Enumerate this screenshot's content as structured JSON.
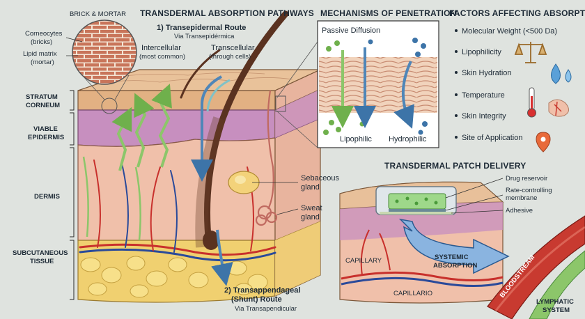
{
  "brick_mortar": {
    "title": "BRICK & MORTAR",
    "corneocytes": [
      "Corneocytes",
      "(bricks)"
    ],
    "lipid": [
      "Lipid matrix",
      "(mortar)"
    ]
  },
  "pathways": {
    "title": "TRANSDERMAL ABSORPTION PATHWAYS",
    "route1": "1) Transepidermal Route",
    "route1_sub": "Via Transepidérmica",
    "intercellular": [
      "Intercellular",
      "(most common)"
    ],
    "transcellular": [
      "Transcellular",
      "(through cells)"
    ],
    "route2": [
      "2) Transappendageal",
      "(Shunt) Route"
    ],
    "route2_sub": "Via Transapendicular",
    "sebaceous": [
      "Sebaceous",
      "gland"
    ],
    "sweat": [
      "Sweat",
      "gland"
    ]
  },
  "layers": [
    [
      "STRATUM",
      "CORNEUM"
    ],
    [
      "VIABLE",
      "EPIDERMIS"
    ],
    [
      "DERMIS"
    ],
    [
      "SUBCUTANEOUS",
      "TISSUE"
    ]
  ],
  "mechanisms": {
    "title": "MECHANISMS OF PENETRATION",
    "passive": "Passive Diffusion",
    "lipophilic": "Lipophilic",
    "hydrophilic": "Hydrophilic"
  },
  "factors": {
    "title": "FACTORS AFFECTING ABSORPTION",
    "items": [
      "Molecular Weight (<500 Da)",
      "Lipophilicity",
      "Skin Hydration",
      "Temperature",
      "Skin Integrity",
      "Site of Application"
    ]
  },
  "patch": {
    "title": "TRANSDERMAL PATCH DELIVERY",
    "reservoir": "Drug reservoir",
    "membrane": [
      "Rate-controlling",
      "membrane"
    ],
    "adhesive": "Adhesive",
    "capillary": "CAPILLARY",
    "capillario": "CAPILLARIO",
    "systemic": [
      "SYSTEMIC",
      "ABSORPTION"
    ],
    "bloodstream": "BLOODSTREAM",
    "lymphatic": [
      "LYMPHATIC",
      "SYSTEM"
    ]
  },
  "colors": {
    "corneum": "#e6b98c",
    "epidermis": "#c892c0",
    "dermis": "#f0c0aa",
    "fat": "#f0d070",
    "green_arrow": "#8cc66a",
    "blue_arrow": "#4f86b8"
  }
}
